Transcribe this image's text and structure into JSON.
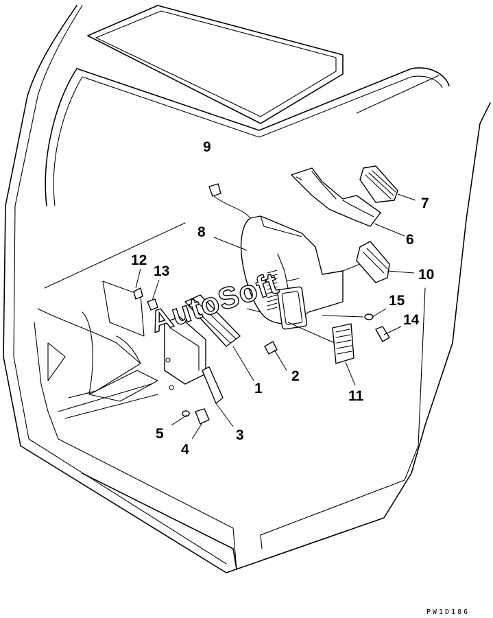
{
  "diagram": {
    "type": "exploded-parts-view",
    "watermark": "AutoSoft",
    "drawing_code": "PW1D186",
    "callouts": [
      {
        "id": "1",
        "label": "1"
      },
      {
        "id": "2",
        "label": "2"
      },
      {
        "id": "3",
        "label": "3"
      },
      {
        "id": "4",
        "label": "4"
      },
      {
        "id": "5",
        "label": "5"
      },
      {
        "id": "6",
        "label": "6"
      },
      {
        "id": "7",
        "label": "7"
      },
      {
        "id": "8",
        "label": "8"
      },
      {
        "id": "9",
        "label": "9"
      },
      {
        "id": "10",
        "label": "10"
      },
      {
        "id": "11",
        "label": "11"
      },
      {
        "id": "12",
        "label": "12"
      },
      {
        "id": "13",
        "label": "13"
      },
      {
        "id": "14",
        "label": "14"
      },
      {
        "id": "15",
        "label": "15"
      }
    ]
  }
}
